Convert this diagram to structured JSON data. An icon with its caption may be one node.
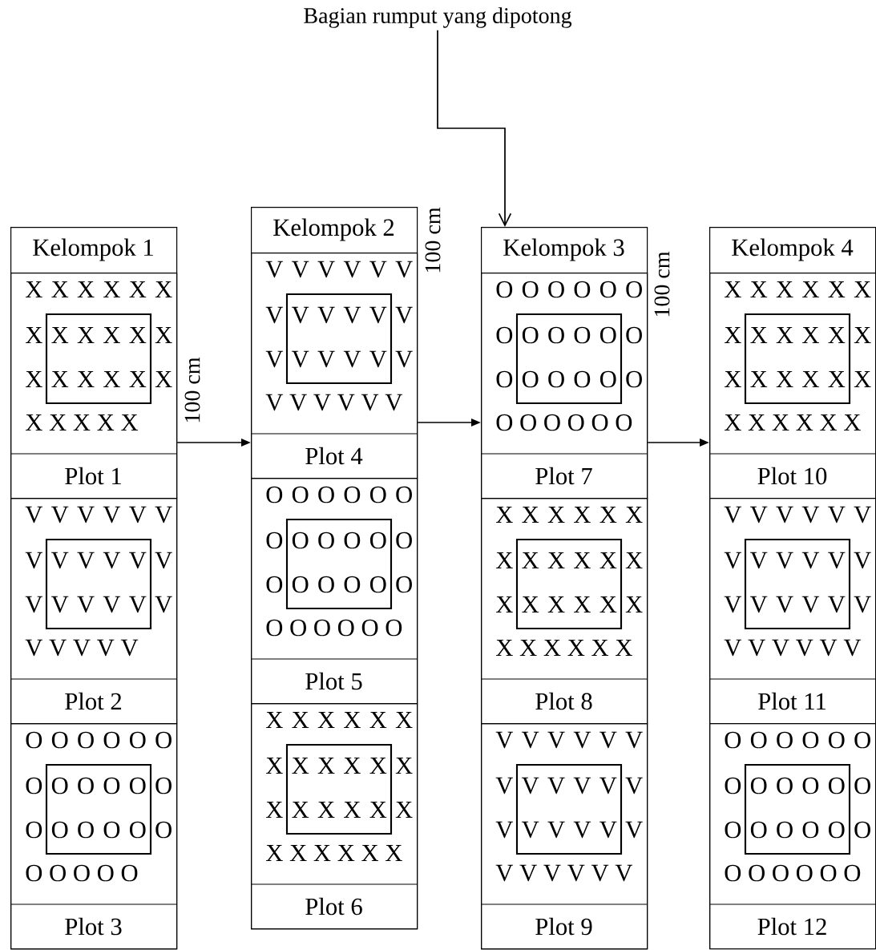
{
  "diagram": {
    "nodes": [
      {
        "text": [
          "Bagian rumput yang dipotong"
        ]
      },
      {
        "text": [
          "Kelompok 1"
        ]
      },
      {
        "text": [
          "X X X X X X",
          "X X X X X X",
          "X X X X X X",
          "X X X X X",
          "Plot 1"
        ],
        "in": 1
      },
      {
        "text": [
          "V V V V V V",
          "V V V V V V",
          "V V V V V V",
          "V V V V V",
          "Plot 2"
        ],
        "in": 1
      },
      {
        "text": [
          "O O O O O O",
          "O O O O O O",
          "O O O O O O",
          "O O O O O",
          "Plot 3"
        ],
        "in": 1
      },
      {
        "text": [
          "Kelompok 2"
        ]
      },
      {
        "text": [
          "V V V V V V",
          "V V V V V V",
          "V V V V V V",
          "V V V V V V",
          "Plot 4"
        ],
        "in": 5
      },
      {
        "text": [
          "O O O O O O",
          "O O O O O O",
          "O O O O O O",
          "O O O O O O",
          "Plot 5"
        ],
        "in": 5
      },
      {
        "text": [
          "X X X X X X",
          "X X X X X X",
          "X X X X X X",
          "X X X X X X",
          "Plot 6"
        ],
        "in": 5
      },
      {
        "text": [
          "Kelompok 3"
        ]
      },
      {
        "text": [
          "O O O O O O",
          "O O O O O O",
          "O O O O O O",
          "O O O O O O",
          "Plot 7"
        ],
        "in": 9
      },
      {
        "text": [
          "X X X X X X",
          "X X X X X X",
          "X X X X X X",
          "X X X X X X",
          "Plot 8"
        ],
        "in": 9
      },
      {
        "text": [
          "V V V V V V",
          "V V V V V V",
          "V V V V V V",
          "V V V V V V",
          "Plot 9"
        ],
        "in": 9
      },
      {
        "text": [
          "Kelompok 4"
        ]
      },
      {
        "text": [
          "X X X X X X",
          "X X X X X X",
          "X X X X X X",
          "X X X X X X",
          "Plot 10"
        ],
        "in": 13
      },
      {
        "text": [
          "V V V V V V",
          "V V V V V V",
          "V V V V V V",
          "V V V V V V",
          "Plot 11"
        ],
        "in": 13
      },
      {
        "text": [
          "O O O O O O",
          "O O O O O O",
          "O O O O O O",
          "O O O O O O",
          "Plot 12"
        ],
        "in": 13
      }
    ],
    "edges": [
      {
        "from": 0,
        "to": 9,
        "arrow": "to"
      },
      {
        "from": 1,
        "to": 5,
        "arrow": "to"
      },
      {
        "from": 5,
        "to": 9,
        "arrow": "to"
      },
      {
        "from": 9,
        "to": 13,
        "arrow": "to"
      }
    ],
    "labels": [
      "100 cm",
      "100 cm",
      "100 cm"
    ]
  }
}
